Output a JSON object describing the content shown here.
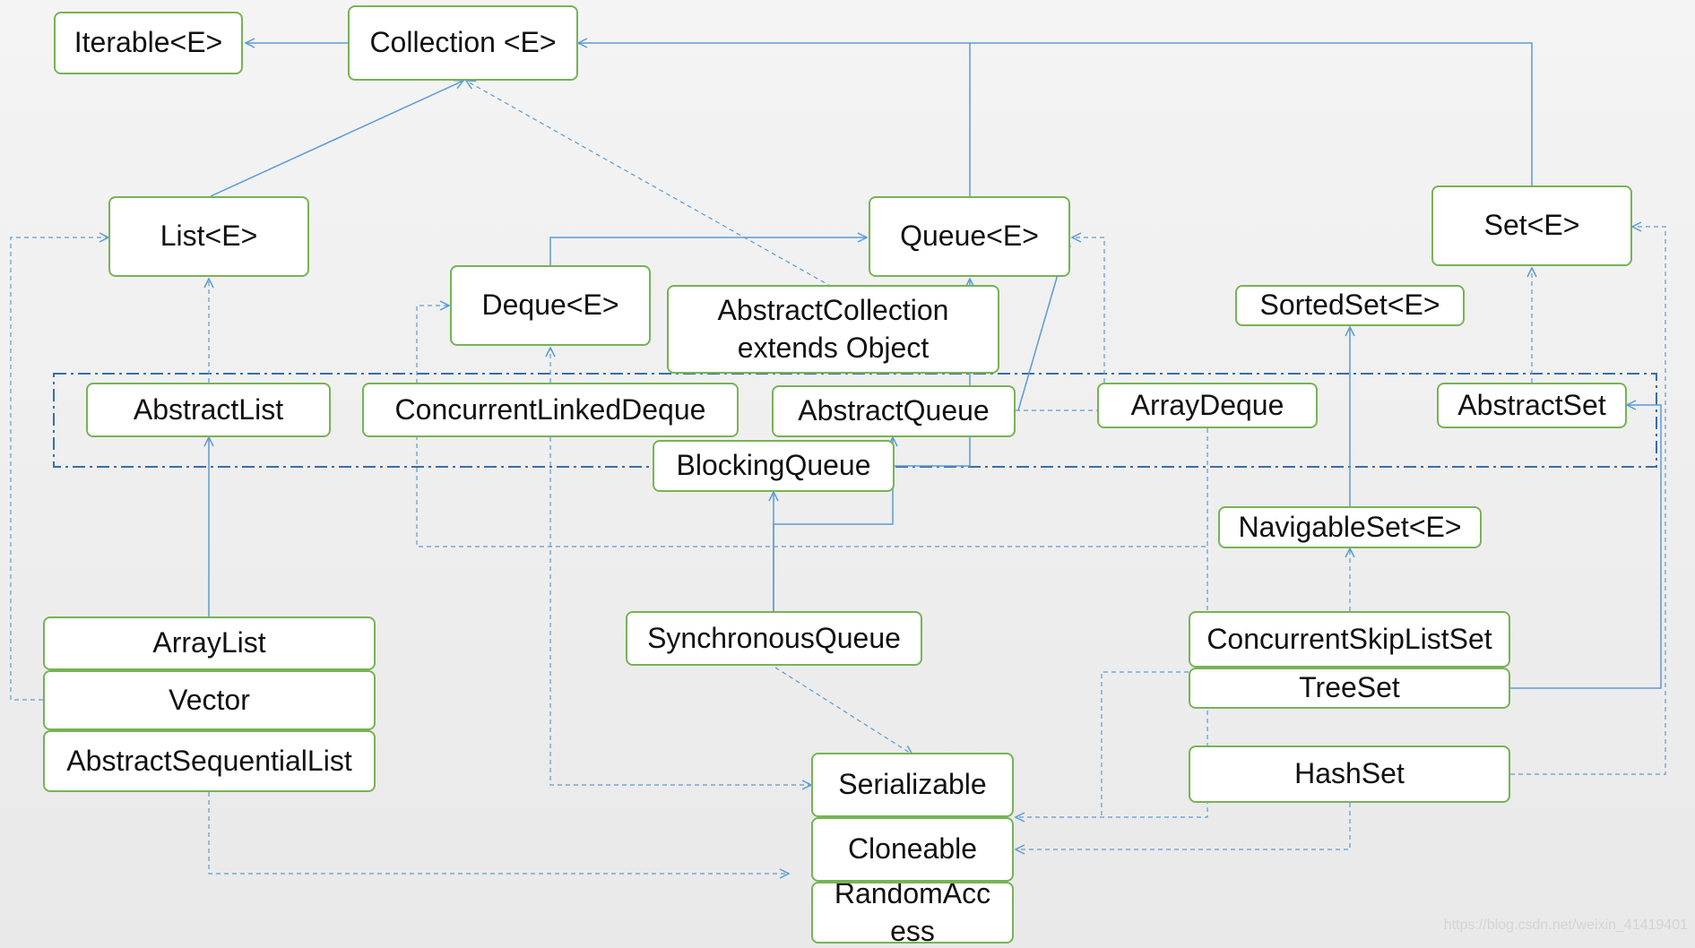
{
  "nodes": {
    "iterable": "Iterable<E>",
    "collection": "Collection <E>",
    "list": "List<E>",
    "queue": "Queue<E>",
    "set": "Set<E>",
    "deque": "Deque<E>",
    "abstract_collection": "AbstractCollection\nextends Object",
    "sorted_set": "SortedSet<E>",
    "abstract_list": "AbstractList",
    "concurrent_linked_deque": "ConcurrentLinkedDeque",
    "abstract_queue": "AbstractQueue",
    "array_deque": "ArrayDeque",
    "abstract_set": "AbstractSet",
    "blocking_queue": "BlockingQueue",
    "navigable_set": "NavigableSet<E>",
    "array_list": "ArrayList",
    "vector": "Vector",
    "abstract_sequential_list": "AbstractSequentialList",
    "synchronous_queue": "SynchronousQueue",
    "concurrent_skip_list_set": "ConcurrentSkipListSet",
    "tree_set": "TreeSet",
    "hash_set": "HashSet",
    "serializable": "Serializable",
    "cloneable": "Cloneable",
    "random_access": "RandomAcc\ness"
  },
  "watermark": "https://blog.csdn.net/weixin_41419401",
  "colors": {
    "node_border": "#77b355",
    "connector": "#5b9bd5",
    "group_border": "#3a6ea5",
    "background": "#eeeeee"
  }
}
